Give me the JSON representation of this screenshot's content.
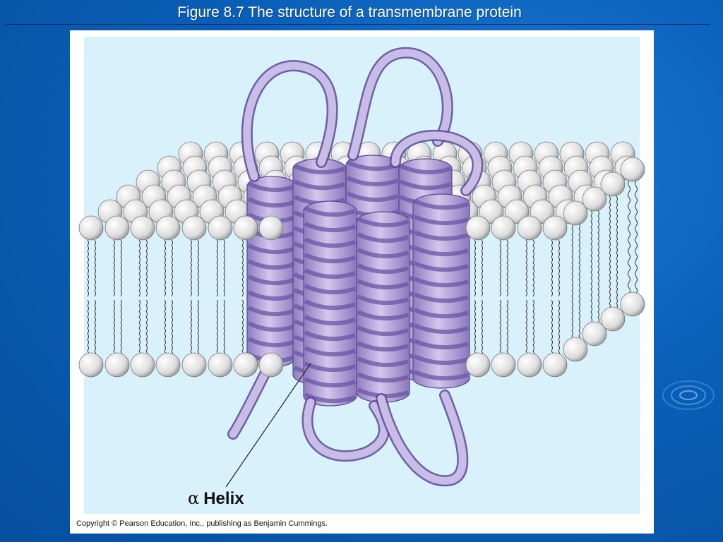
{
  "slide": {
    "title": "Figure 8.7  The structure of a transmembrane protein"
  },
  "figure": {
    "label_alpha": "α",
    "label_text": "Helix",
    "copyright": "Copyright © Pearson Education, Inc., publishing as Benjamin Cummings."
  },
  "colors": {
    "background": "#0a5fb8",
    "figure_background": "#d8f1fb",
    "helix_fill": "#b7a7d8",
    "helix_stroke": "#6a55a3",
    "lipid_head": "#e8e8e8"
  }
}
